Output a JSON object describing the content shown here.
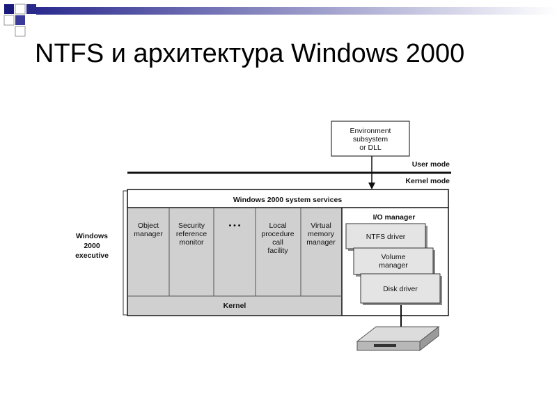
{
  "title": "NTFS и архитектура Windows 2000",
  "diagram": {
    "environment": [
      "Environment",
      "subsystem",
      "or DLL"
    ],
    "user_mode": "User mode",
    "kernel_mode": "Kernel mode",
    "executive": [
      "Windows",
      "2000",
      "executive"
    ],
    "system_services": "Windows 2000 system services",
    "components": [
      [
        "Object",
        "manager"
      ],
      [
        "Security",
        "reference",
        "monitor"
      ],
      [
        "• • •"
      ],
      [
        "Local",
        "procedure",
        "call",
        "facility"
      ],
      [
        "Virtual",
        "memory",
        "manager"
      ]
    ],
    "kernel": "Kernel",
    "io_manager": "I/O manager",
    "ntfs_driver": "NTFS driver",
    "volume_manager": [
      "Volume",
      "manager"
    ],
    "disk_driver": "Disk driver"
  }
}
